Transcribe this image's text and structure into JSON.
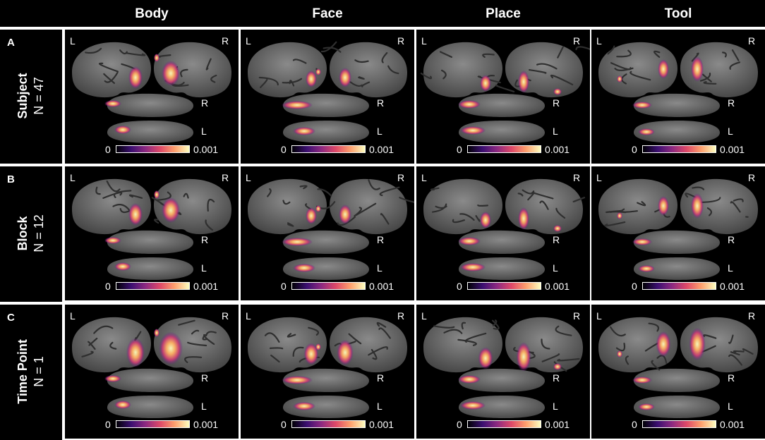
{
  "columns": [
    "Body",
    "Face",
    "Place",
    "Tool"
  ],
  "rows": [
    {
      "letter": "A",
      "title": "Subject",
      "n": "N = 47"
    },
    {
      "letter": "B",
      "title": "Block",
      "n": "N = 12"
    },
    {
      "letter": "C",
      "title": "Time Point",
      "n": "N = 1"
    }
  ],
  "hemisphere_labels": {
    "left": "L",
    "right": "R"
  },
  "colorbar": {
    "min": "0",
    "max": "0.001",
    "colormap": "inferno"
  },
  "colors": {
    "background": "#000000",
    "cortex": "#5e5e5e",
    "activation_high": "#fcf3a8",
    "activation_low": "#5b1f8a"
  }
}
